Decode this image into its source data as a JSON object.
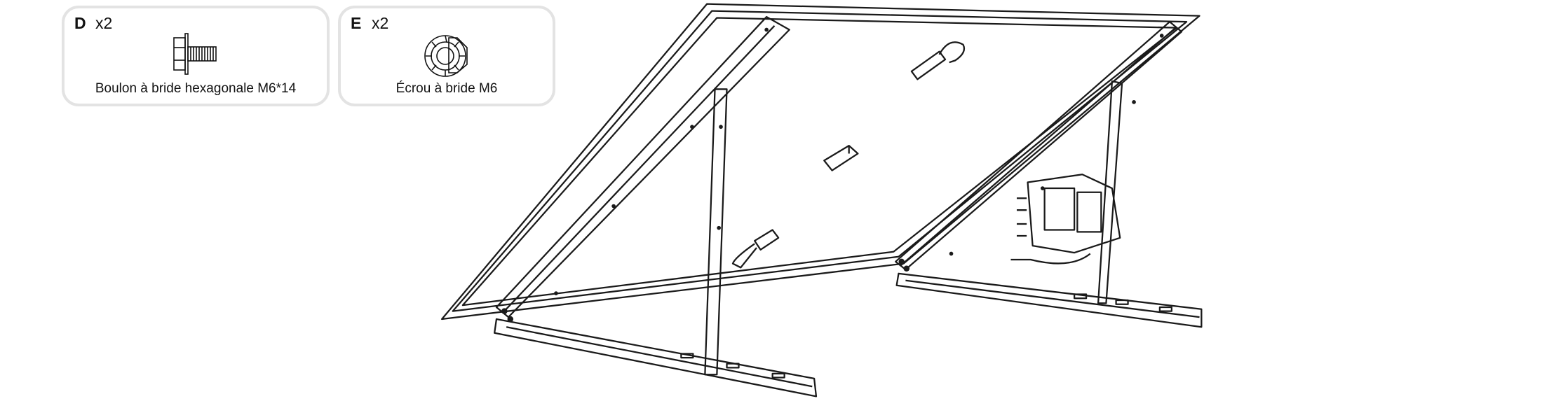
{
  "parts": [
    {
      "letter": "D",
      "quantity": "x2",
      "label": "Boulon à bride hexagonale M6*14",
      "icon": "flange-bolt-icon"
    },
    {
      "letter": "E",
      "quantity": "x2",
      "label": "Écrou à bride M6",
      "icon": "flange-nut-icon"
    }
  ],
  "illustration": {
    "subject": "solar-panel-on-tilt-mount",
    "line_color": "#1a1a1a"
  }
}
